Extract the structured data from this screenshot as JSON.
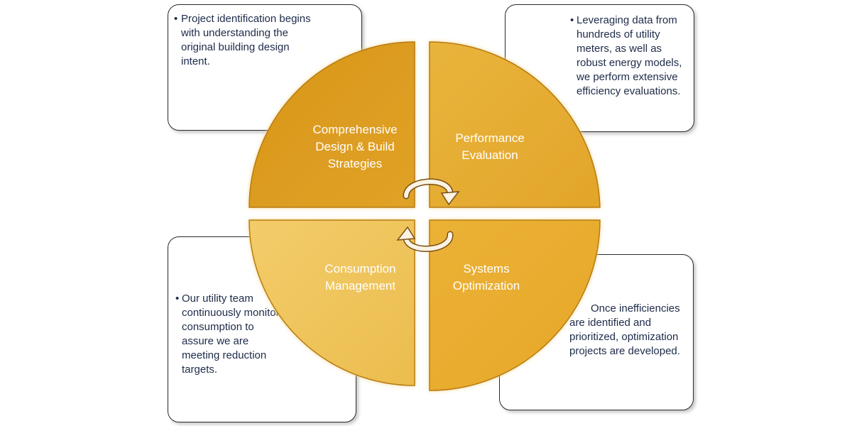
{
  "colors": {
    "quadrant_top_left": "#dc9c1f",
    "quadrant_top_right": "#e6ad31",
    "quadrant_bottom_left": "#efc256",
    "quadrant_bottom_right": "#e9ac2a",
    "outline": "#b87a10",
    "note_text": "#1d2b49",
    "quadrant_text": "#ffffff"
  },
  "quadrants": {
    "top_left": {
      "label_lines": [
        "Comprehensive",
        "Design & Build",
        "Strategies"
      ]
    },
    "top_right": {
      "label_lines": [
        "Performance",
        "Evaluation"
      ]
    },
    "bottom_left": {
      "label_lines": [
        "Consumption",
        "Management"
      ]
    },
    "bottom_right": {
      "label_lines": [
        "Systems",
        "Optimization"
      ]
    }
  },
  "notes": {
    "top_left": {
      "bullet": "•",
      "text": "Project identification begins with understanding the original building design intent."
    },
    "top_right": {
      "bullet": "•",
      "text": "Leveraging data from hundreds of utility meters, as well as robust energy models, we perform extensive efficiency evaluations."
    },
    "bottom_left": {
      "bullet": "•",
      "text": "Our utility team continuously monitors consumption to assure we are meeting reduction targets."
    },
    "bottom_right": {
      "text": "Once inefficiencies are identified and prioritized, optimization projects are developed."
    }
  },
  "icons": {
    "cycle_arrow_top": "clockwise-arc-arrow",
    "cycle_arrow_bottom": "clockwise-arc-arrow"
  }
}
